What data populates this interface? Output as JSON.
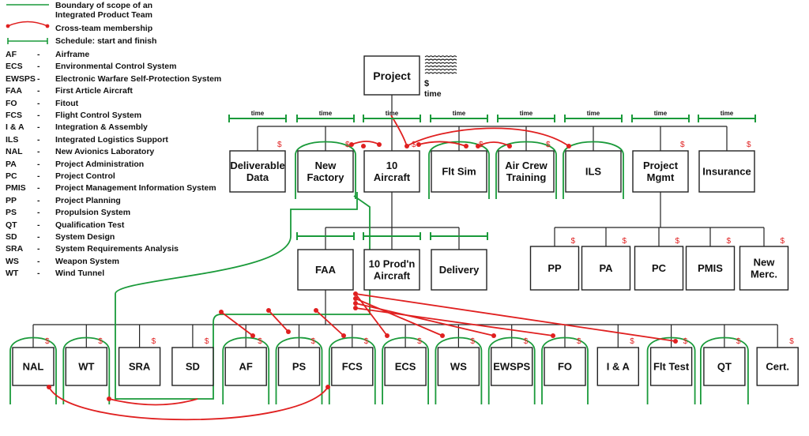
{
  "legend": {
    "boundary_label": "Boundary of scope of an Integrated Product Team",
    "cross_team_label": "Cross-team membership",
    "schedule_label": "Schedule: start and finish",
    "abbreviations": [
      {
        "abbr": "AF",
        "sep": "-",
        "full": "Airframe"
      },
      {
        "abbr": "ECS",
        "sep": "-",
        "full": "Environmental Control System"
      },
      {
        "abbr": "EWSPS",
        "sep": "-",
        "full": "Electronic Warfare Self-Protection System"
      },
      {
        "abbr": "FAA",
        "sep": "-",
        "full": "First Article Aircraft"
      },
      {
        "abbr": "FO",
        "sep": "-",
        "full": "Fitout"
      },
      {
        "abbr": "FCS",
        "sep": "-",
        "full": "Flight Control System"
      },
      {
        "abbr": "I & A",
        "sep": "-",
        "full": "Integration & Assembly"
      },
      {
        "abbr": "ILS",
        "sep": "-",
        "full": "Integrated Logistics Support"
      },
      {
        "abbr": "NAL",
        "sep": "-",
        "full": "New Avionics Laboratory"
      },
      {
        "abbr": "PA",
        "sep": "-",
        "full": "Project Administration"
      },
      {
        "abbr": "PC",
        "sep": "-",
        "full": "Project Control"
      },
      {
        "abbr": "PMIS",
        "sep": "-",
        "full": "Project Management Information System"
      },
      {
        "abbr": "PP",
        "sep": "-",
        "full": "Project Planning"
      },
      {
        "abbr": "PS",
        "sep": "-",
        "full": "Propulsion System"
      },
      {
        "abbr": "QT",
        "sep": "-",
        "full": "Qualification Test"
      },
      {
        "abbr": "SD",
        "sep": "-",
        "full": "System Design"
      },
      {
        "abbr": "SRA",
        "sep": "-",
        "full": "System Requirements Analysis"
      },
      {
        "abbr": "WS",
        "sep": "-",
        "full": "Weapon System"
      },
      {
        "abbr": "WT",
        "sep": "-",
        "full": "Wind Tunnel"
      }
    ]
  },
  "root": {
    "label": "Project",
    "dollar": "$",
    "time": "time"
  },
  "time_label": "time",
  "dollar": "$",
  "level1": [
    {
      "id": "deliverable-data",
      "lines": [
        "Deliverable",
        "Data"
      ]
    },
    {
      "id": "new-factory",
      "lines": [
        "New",
        "Factory"
      ]
    },
    {
      "id": "10-aircraft",
      "lines": [
        "10",
        "Aircraft"
      ]
    },
    {
      "id": "flt-sim",
      "lines": [
        "Flt Sim"
      ]
    },
    {
      "id": "air-crew-training",
      "lines": [
        "Air Crew",
        "Training"
      ]
    },
    {
      "id": "ils",
      "lines": [
        "ILS"
      ]
    },
    {
      "id": "project-mgmt",
      "lines": [
        "Project",
        "Mgmt"
      ]
    },
    {
      "id": "insurance",
      "lines": [
        "Insurance"
      ]
    }
  ],
  "level2_aircraft": [
    {
      "id": "faa",
      "lines": [
        "FAA"
      ]
    },
    {
      "id": "10-prodn-aircraft",
      "lines": [
        "10 Prod'n",
        "Aircraft"
      ]
    },
    {
      "id": "delivery",
      "lines": [
        "Delivery"
      ]
    }
  ],
  "level2_mgmt": [
    {
      "id": "pp",
      "lines": [
        "PP"
      ]
    },
    {
      "id": "pa",
      "lines": [
        "PA"
      ]
    },
    {
      "id": "pc",
      "lines": [
        "PC"
      ]
    },
    {
      "id": "pmis",
      "lines": [
        "PMIS"
      ]
    },
    {
      "id": "new-merc",
      "lines": [
        "New",
        "Merc."
      ]
    }
  ],
  "level3": [
    {
      "id": "nal",
      "lines": [
        "NAL"
      ]
    },
    {
      "id": "wt",
      "lines": [
        "WT"
      ]
    },
    {
      "id": "sra",
      "lines": [
        "SRA"
      ]
    },
    {
      "id": "sd",
      "lines": [
        "SD"
      ]
    },
    {
      "id": "af",
      "lines": [
        "AF"
      ]
    },
    {
      "id": "ps",
      "lines": [
        "PS"
      ]
    },
    {
      "id": "fcs",
      "lines": [
        "FCS"
      ]
    },
    {
      "id": "ecs",
      "lines": [
        "ECS"
      ]
    },
    {
      "id": "ws",
      "lines": [
        "WS"
      ]
    },
    {
      "id": "ewsps",
      "lines": [
        "EWSPS"
      ]
    },
    {
      "id": "fo",
      "lines": [
        "FO"
      ]
    },
    {
      "id": "i-and-a",
      "lines": [
        "I & A"
      ]
    },
    {
      "id": "flt-test",
      "lines": [
        "Flt Test"
      ]
    },
    {
      "id": "qt",
      "lines": [
        "QT"
      ]
    },
    {
      "id": "cert",
      "lines": [
        "Cert."
      ]
    }
  ],
  "colors": {
    "boundary": "#1a9a3a",
    "cross_team": "#e02020",
    "dollar": "#e02020",
    "box_stroke": "#222222",
    "tree_line": "#222222"
  }
}
